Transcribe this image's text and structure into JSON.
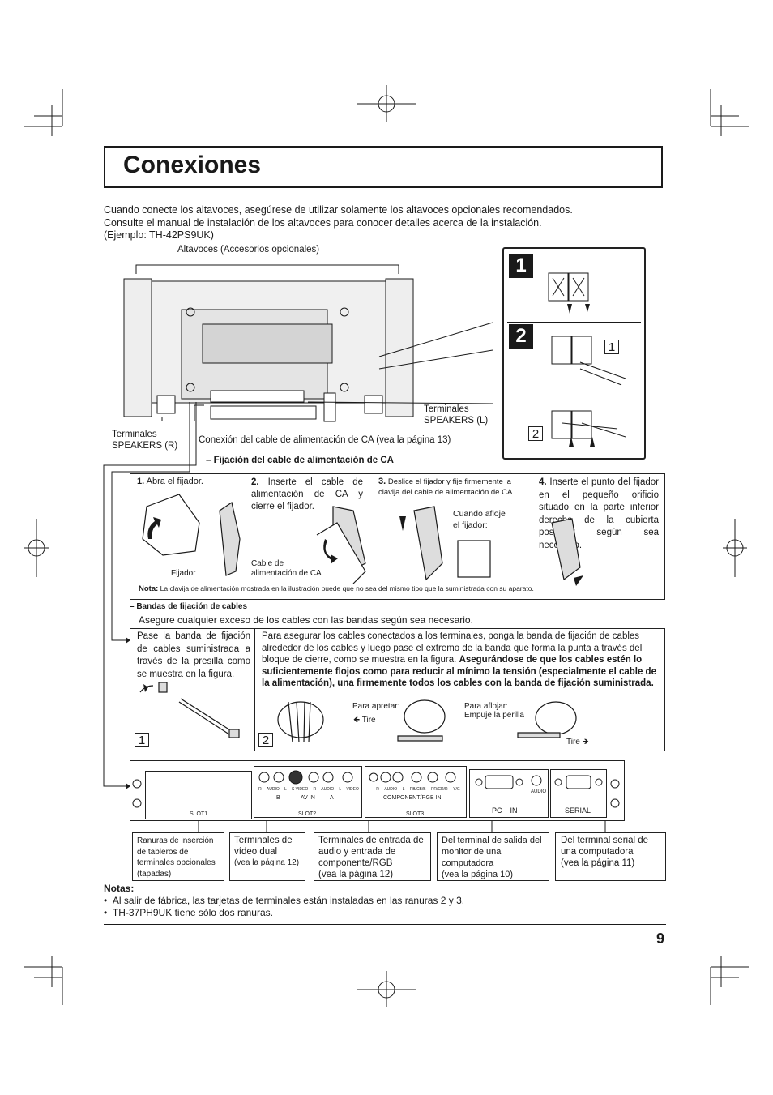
{
  "title": "Conexiones",
  "intro": [
    "Cuando conecte los altavoces, asegúrese de utilizar solamente los altavoces opcionales recomendados.",
    "Consulte el manual de instalación de los altavoces para conocer detalles acerca de la instalación.",
    "(Ejemplo: TH-42PS9UK)"
  ],
  "speaker_diagram": {
    "accessories_label": "Altavoces (Accesorios opcionales)",
    "terminals_l": "Terminales\nSPEAKERS (L)",
    "terminals_r": "Terminales\nSPEAKERS (R)",
    "ac_cable_connection": "Conexión del cable de alimentación de CA (vea la página 13)",
    "step1_num": "1",
    "step2_num": "2",
    "sub1": "1",
    "sub2": "2"
  },
  "ac_fixing": {
    "heading": "– Fijación del cable de alimentación de CA",
    "steps": [
      {
        "num": "1.",
        "text": "Abra el fijador."
      },
      {
        "num": "2.",
        "text": "Inserte el cable de alimentación de CA y cierre el fijador."
      },
      {
        "num": "3.",
        "text": "Deslice el fijador y fije firmemente la clavija del cable de alimentación de CA."
      },
      {
        "num": "4.",
        "text": "Inserte el punto del fijador en el pequeño orificio situado en la parte inferior derecha de la cubierta posterior según sea necesario."
      }
    ],
    "label_fijador": "Fijador",
    "label_cable": "Cable de\nalimentación de CA",
    "label_loosen": "Cuando afloje\nel fijador:",
    "note_prefix": "Nota:",
    "note_text": "La clavija de alimentación mostrada en la ilustración puede que no sea del mismo tipo que la suministrada con su aparato."
  },
  "cable_bands": {
    "heading": "– Bandas de fijación de cables",
    "subheading": "Asegure cualquier exceso de los cables con las bandas según sea necesario.",
    "left_text": "Pase la banda de fijación de cables suministrada a través de la presilla como se muestra en la figura.",
    "right_text": "Para asegurar los cables conectados a los terminales, ponga la banda de fijación de cables alrededor de los cables y luego pase el extremo de la banda que forma la punta a través del bloque de cierre, como se muestra en la figura.",
    "right_bold": "Asegurándose de que los cables estén lo suficientemente flojos como para reducir al mínimo la tensión (especialmente el cable de la alimentación), una firmemente todos los cables con la banda de fijación suministrada.",
    "tighten": "Para apretar:",
    "pull": "Tire",
    "loosen": "Para aflojar:",
    "push_tab": "Empuje la perilla",
    "pull2": "Tire",
    "num1": "1",
    "num2": "2"
  },
  "terminal_panel": {
    "slot1": "SLOT1",
    "slot2": "SLOT2",
    "slot3": "SLOT3",
    "slot2_labels": [
      "R",
      "AUDIO",
      "L",
      "S VIDEO",
      "R",
      "AUDIO",
      "L",
      "VIDEO"
    ],
    "slot2_b": "B",
    "slot2_av": "AV IN",
    "slot2_a": "A",
    "slot3_labels": [
      "R",
      "AUDIO",
      "L",
      "PB/CB/B",
      "PR/CR/R",
      "Y/G"
    ],
    "slot3_name": "COMPONENT/RGB IN",
    "pc_audio": "AUDIO",
    "pc_in": "PC    IN",
    "serial": "SERIAL"
  },
  "terminal_captions": [
    {
      "text": "Ranuras de inserción de tableros de terminales opcionales (tapadas)"
    },
    {
      "text": "Terminales de vídeo dual",
      "ref": "(vea la página 12)"
    },
    {
      "text": "Terminales de entrada de audio y entrada de componente/RGB",
      "ref": "(vea la página 12)"
    },
    {
      "text": "Del terminal de salida del monitor de una computadora",
      "ref": "(vea la página 10)"
    },
    {
      "text": "Del terminal serial de una computadora",
      "ref": "(vea la página 11)"
    }
  ],
  "notes": {
    "heading": "Notas:",
    "items": [
      "Al salir de fábrica, las tarjetas de terminales están instaladas en las ranuras 2 y 3.",
      "TH-37PH9UK tiene sólo dos ranuras."
    ]
  },
  "page_number": "9"
}
